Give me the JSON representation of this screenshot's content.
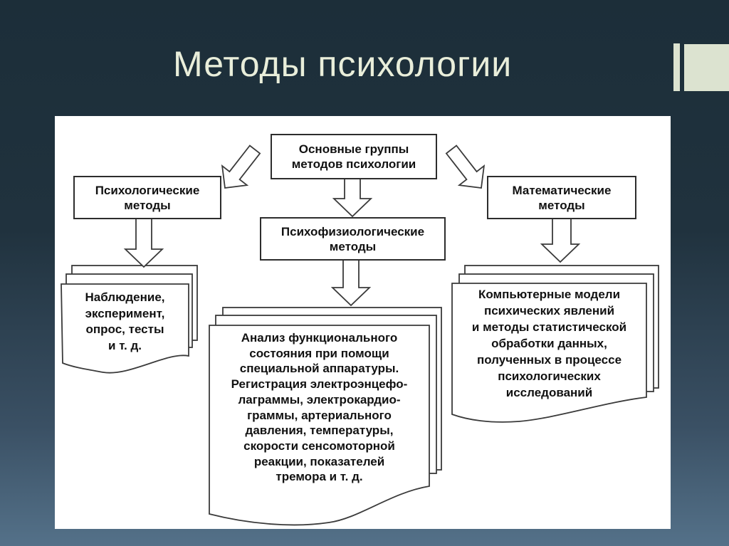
{
  "slide": {
    "title": "Методы психологии"
  },
  "diagram": {
    "root_label": "Основные группы\nметодов психологии",
    "branches": [
      {
        "label": "Психологические\nметоды",
        "note": "Наблюдение,\nэксперимент,\nопрос, тесты\nи т. д."
      },
      {
        "label": "Психофизиологические\nметоды",
        "note": "Анализ функционального\nсостояния при помощи\nспециальной аппаратуры.\nРегистрация электроэнцефо-\nлаграммы, электрокардио-\nграммы, артериального\nдавления, температуры,\nскорости сенсомоторной\nреакции, показателей\nтремора и т. д."
      },
      {
        "label": "Математические\nметоды",
        "note": "Компьютерные модели\nпсихических явлений\nи методы статистической\nобработки данных,\nполученных в процессе\nпсихологических\nисследований"
      }
    ],
    "colors": {
      "accent": "#dce3d0",
      "background_top": "#1c2e39",
      "background_bottom": "#547189",
      "panel": "#ffffff",
      "line": "#2d2d2d"
    }
  }
}
